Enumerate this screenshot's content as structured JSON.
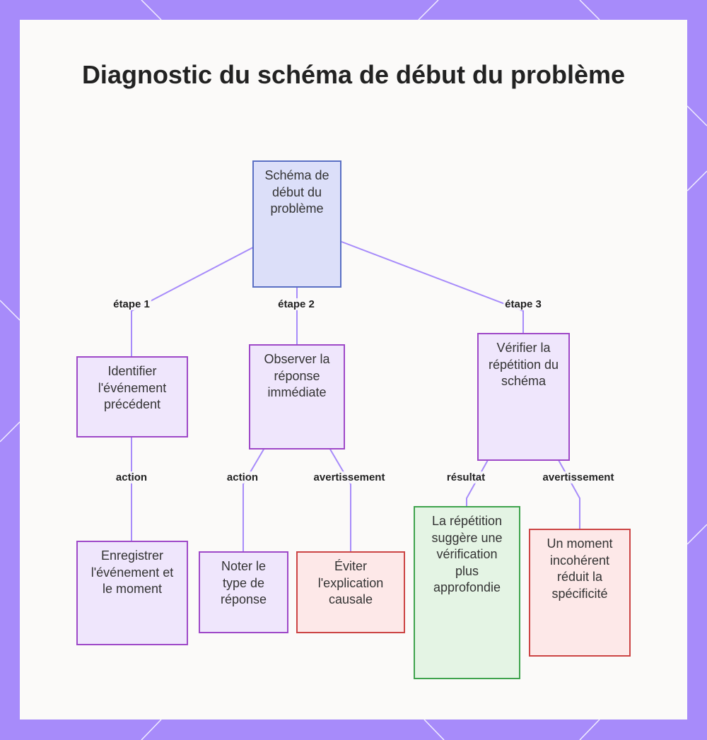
{
  "title": "Diagnostic du schéma de début du problème",
  "colors": {
    "frame": "#a78bfa",
    "edge": "#a78bfa",
    "root_fill": "#dcdff9",
    "purple_fill": "#efe6fc",
    "red_fill": "#fde8e8",
    "green_fill": "#e4f4e4"
  },
  "nodes": {
    "root": "Schéma de début du problème",
    "step1": "Identifier l'événement précédent",
    "step2": "Observer la réponse immédiate",
    "step3": "Vérifier la répétition du schéma",
    "record": "Enregistrer l'événement et le moment",
    "note": "Noter le type de réponse",
    "avoid": "Éviter l'explication causale",
    "repetition": "La répétition suggère une vérification plus approfondie",
    "moment": "Un moment incohérent réduit la spécificité"
  },
  "edges": {
    "step1": "étape 1",
    "step2": "étape 2",
    "step3": "étape 3",
    "action1": "action",
    "action2": "action",
    "warning1": "avertissement",
    "result": "résultat",
    "warning2": "avertissement"
  }
}
